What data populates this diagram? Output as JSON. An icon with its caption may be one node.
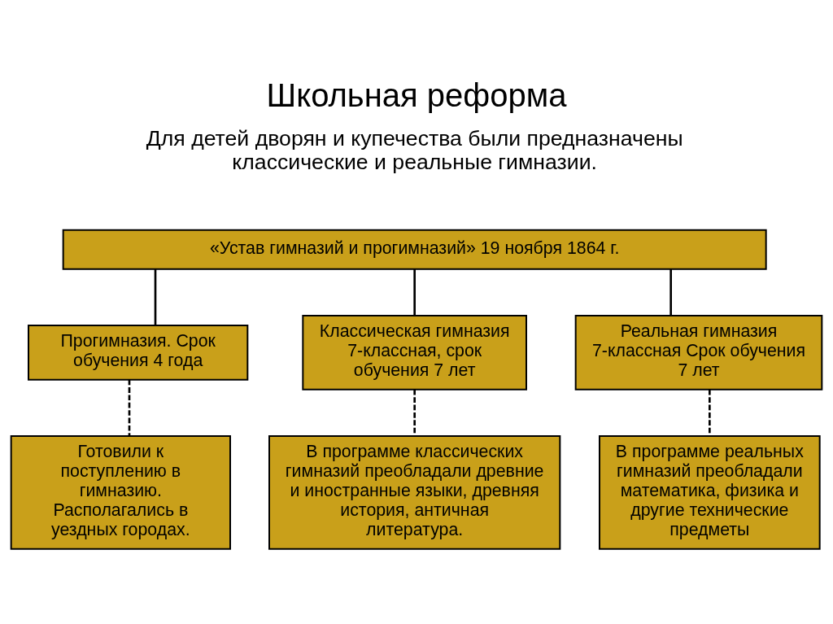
{
  "diagram": {
    "title": "Школьная реформа",
    "nodes": [
      {
        "text": [
          "«Устав гимназий и прогимназий» 19 ноября 1864 г."
        ]
      },
      {
        "text": [
          "Прогимназия. Срок обучения 4 года"
        ]
      },
      {
        "text": [
          "Классическая гимназия 7-классная, срок обучения 7 лет"
        ]
      },
      {
        "text": [
          "Реальная гимназия 7-классная Срок обучения 7 лет"
        ]
      },
      {
        "text": [
          "Готовили к поступлению в гимназию. Располагались в уездных городах."
        ]
      },
      {
        "text": [
          "В программе классических гимназий преобладали древние и иностранные языки, древняя история, античная литература."
        ]
      },
      {
        "text": [
          "В программе реальных гимназий преобладали математика, физика и другие технические предметы"
        ]
      }
    ],
    "edges": [
      {
        "from": 0,
        "to": 1,
        "arrow": "none"
      },
      {
        "from": 0,
        "to": 2,
        "arrow": "none"
      },
      {
        "from": 0,
        "to": 3,
        "arrow": "none"
      },
      {
        "from": 1,
        "to": 4,
        "arrow": "none",
        "style": "dashed"
      },
      {
        "from": 2,
        "to": 5,
        "arrow": "none",
        "style": "dashed"
      },
      {
        "from": 3,
        "to": 6,
        "arrow": "none",
        "style": "dashed"
      }
    ],
    "labels": [
      "Для детей дворян и купечества были предназначены классические и реальные гимназии."
    ]
  }
}
